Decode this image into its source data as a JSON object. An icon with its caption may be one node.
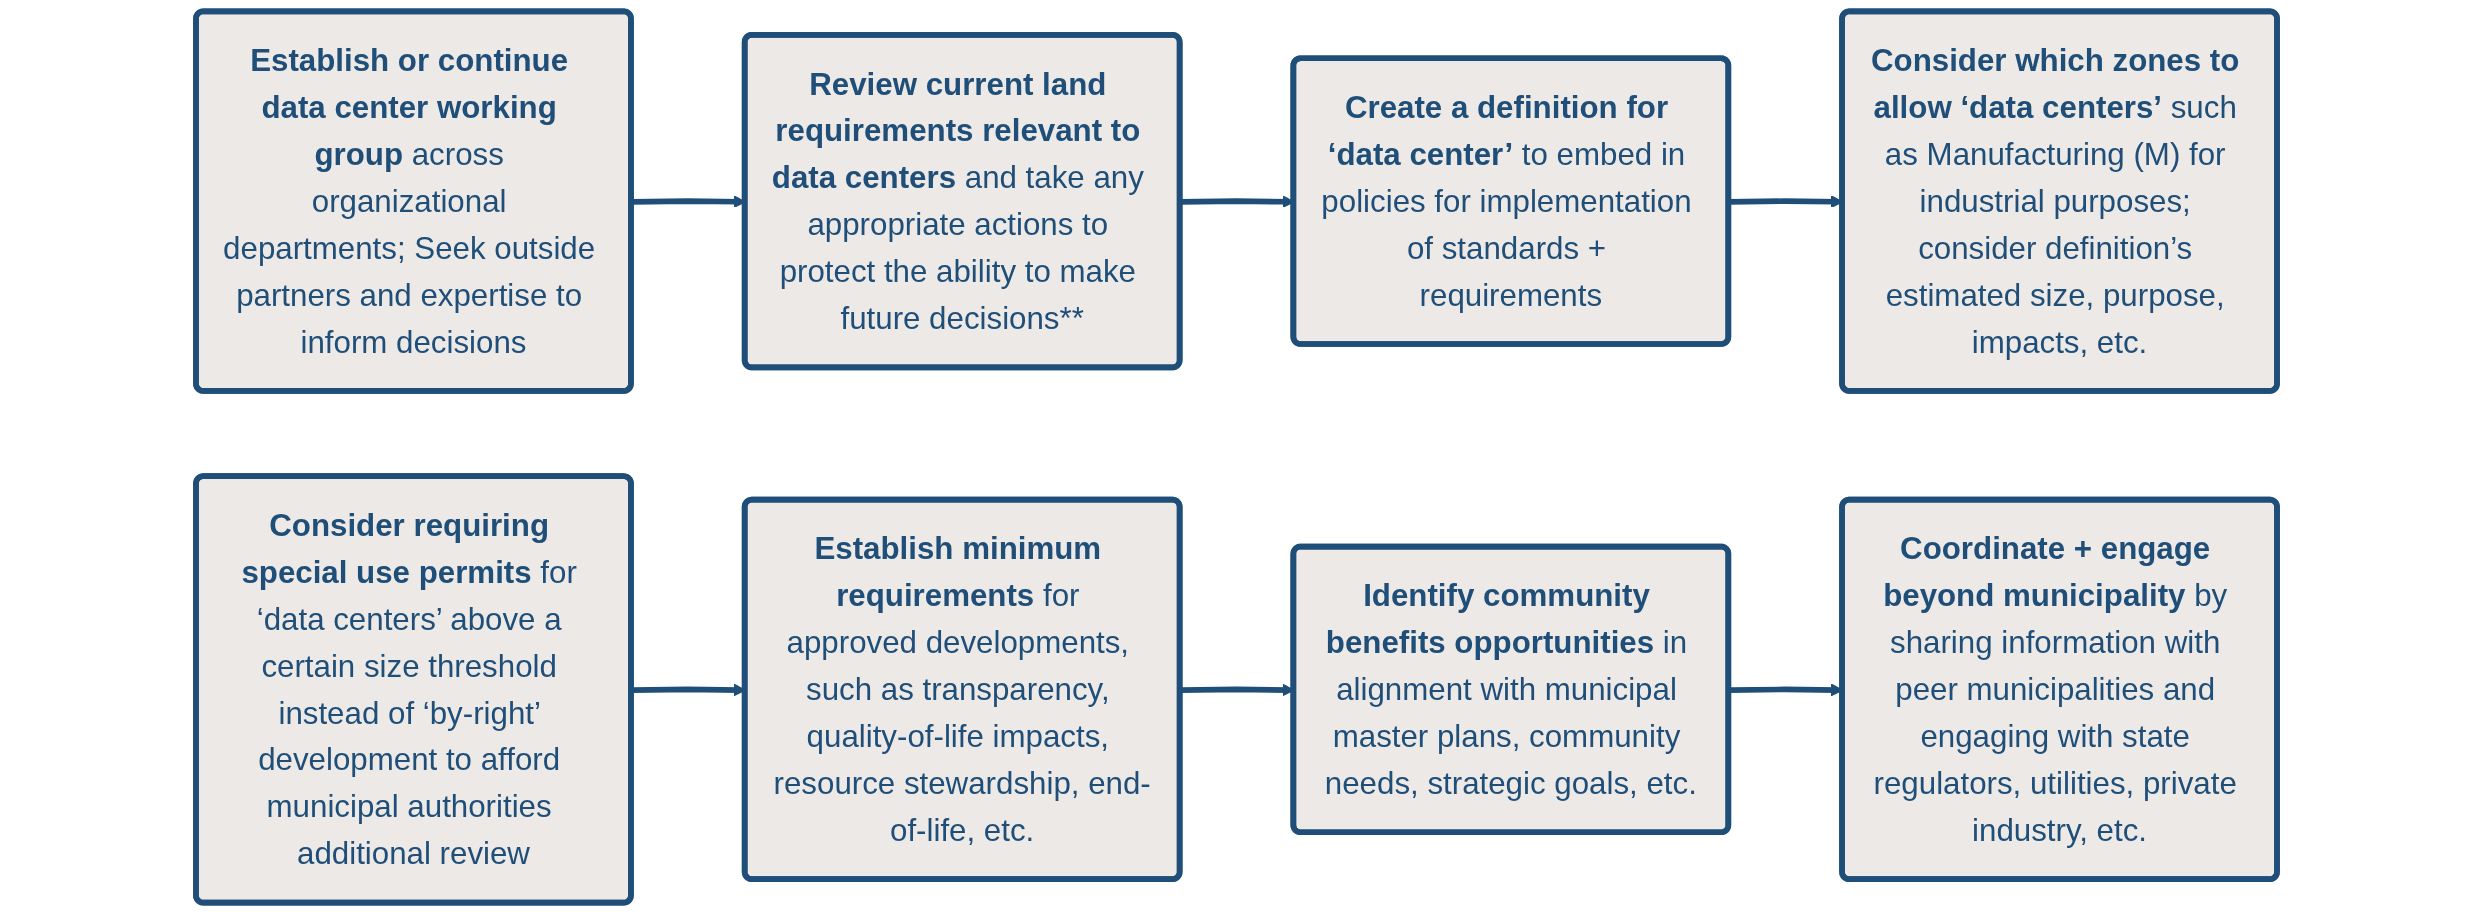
{
  "diagram": {
    "nodes": [
      {
        "text": [
          "**Establish or continue data center working group** across organizational departments; Seek outside partners and expertise to inform decisions"
        ]
      },
      {
        "text": [
          "**Review current land requirements relevant to data centers** and take any appropriate actions to protect the ability to make future decisions**"
        ]
      },
      {
        "text": [
          "**Create a definition for ‘data center’** to embed in policies for implementation of standards + requirements"
        ]
      },
      {
        "text": [
          "**Consider which zones to allow ‘data centers’** such as Manufacturing (M) for industrial purposes; consider definition’s estimated size, purpose, impacts, etc."
        ]
      },
      {
        "text": [
          "**Consider requiring special use permits** for ‘data centers’ above a certain size threshold instead of ‘by-right’ development to afford municipal authorities additional review"
        ]
      },
      {
        "text": [
          "**Establish minimum requirements** for approved developments, such as transparency, quality-of-life impacts, resource stewardship, end-of-life, etc."
        ]
      },
      {
        "text": [
          "**Identify community benefits opportunities** in alignment with municipal master plans, community needs, strategic goals, etc."
        ]
      },
      {
        "text": [
          "**Coordinate + engage beyond municipality** by sharing information with peer municipalities and engaging with state regulators, utilities, private industry, etc."
        ]
      }
    ],
    "edges": [
      {
        "from": 0,
        "to": 1,
        "arrow": "to"
      },
      {
        "from": 1,
        "to": 2,
        "arrow": "to"
      },
      {
        "from": 2,
        "to": 3,
        "arrow": "to"
      },
      {
        "from": 4,
        "to": 5,
        "arrow": "to"
      },
      {
        "from": 5,
        "to": 6,
        "arrow": "to"
      },
      {
        "from": 6,
        "to": 7,
        "arrow": "to"
      }
    ]
  }
}
